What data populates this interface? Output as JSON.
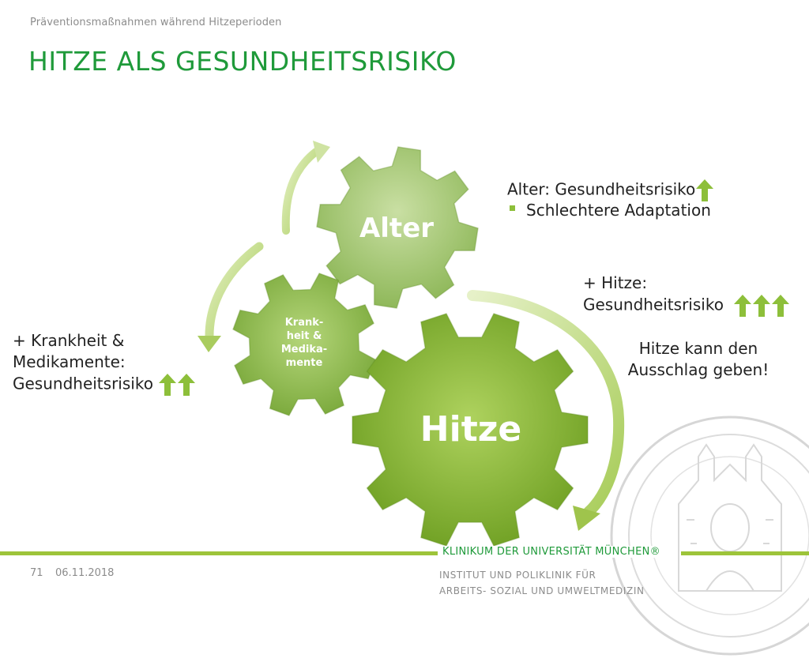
{
  "header": {
    "breadcrumb": "Präventionsmaßnahmen während Hitzeperioden",
    "title": "HITZE ALS GESUNDHEITSRISIKO"
  },
  "gears": {
    "alter": "Alter",
    "krankheit": [
      "Krank-",
      "heit &",
      "Medika-",
      "mente"
    ],
    "hitze": "Hitze"
  },
  "notes": {
    "alter_line1": "Alter: Gesundheitsrisiko",
    "alter_bullet": "Schlechtere Adaptation",
    "hitze_line1": "+ Hitze:",
    "hitze_line2": "Gesundheitsrisiko",
    "ausschlag_line1": "Hitze kann den",
    "ausschlag_line2": "Ausschlag geben",
    "ausschlag_punct": "!",
    "krank_line1": "+ Krankheit &",
    "krank_line2": "Medikamente:",
    "krank_line3": "Gesundheitsrisiko"
  },
  "footer": {
    "page_number": "71",
    "date": "06.11.2018",
    "brand": "KLINIKUM DER UNIVERSITÄT MÜNCHEN®",
    "institute_line1": "INSTITUT  UND POLIKLINIK FÜR",
    "institute_line2": "ARBEITS- SOZIAL UND UMWELTMEDIZIN"
  },
  "colors": {
    "title_green": "#1f9a3a",
    "accent_green": "#9dc43a",
    "gray_text": "#8c8c8c"
  },
  "icons": [
    "up-arrow-icon",
    "university-seal-icon"
  ]
}
